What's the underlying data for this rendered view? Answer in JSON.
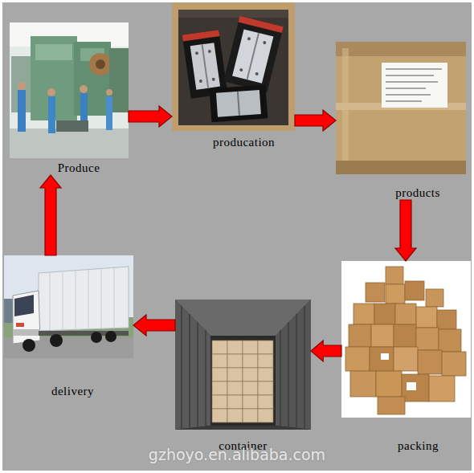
{
  "diagram": {
    "nodes": [
      {
        "text": [
          "Produce"
        ]
      },
      {
        "text": [
          "producation"
        ]
      },
      {
        "text": [
          "products"
        ]
      },
      {
        "text": [
          "packing"
        ]
      },
      {
        "text": [
          "container"
        ]
      },
      {
        "text": [
          "delivery"
        ]
      }
    ],
    "edges": [
      {
        "from": 0,
        "to": 1,
        "arrow": "to"
      },
      {
        "from": 1,
        "to": 2,
        "arrow": "to"
      },
      {
        "from": 2,
        "to": 3,
        "arrow": "to"
      },
      {
        "from": 3,
        "to": 4,
        "arrow": "to"
      },
      {
        "from": 4,
        "to": 5,
        "arrow": "to"
      },
      {
        "from": 5,
        "to": 0,
        "arrow": "to"
      }
    ],
    "labels": [
      "gzhoyo.en.alibaba.com"
    ]
  }
}
